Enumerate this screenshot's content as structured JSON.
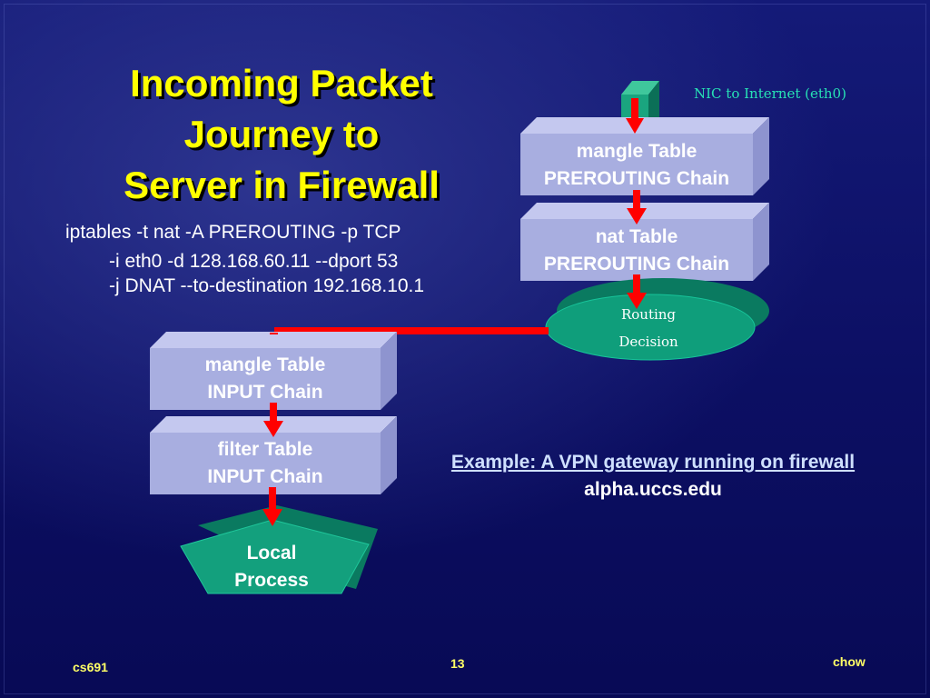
{
  "slide": {
    "title_lines": [
      "Incoming Packet",
      "Journey to",
      "Server in Firewall"
    ],
    "command_lines": [
      "iptables -t nat -A PREROUTING -p TCP",
      "-i eth0 -d 128.168.60.11 --dport 53",
      "-j DNAT --to-destination 192.168.10.1"
    ],
    "nic_label": "NIC to Internet (eth0)",
    "example": {
      "title": "Example: A VPN gateway running on  firewall",
      "host": "alpha.uccs.edu"
    },
    "footer": {
      "left": "cs691",
      "page": "13",
      "right": "chow"
    }
  },
  "diagram": {
    "boxes": [
      {
        "line1": "mangle Table",
        "line2": "PREROUTING Chain"
      },
      {
        "line1": "nat Table",
        "line2": "PREROUTING Chain"
      },
      {
        "line1": "mangle Table",
        "line2": "INPUT Chain"
      },
      {
        "line1": "filter Table",
        "line2": "INPUT Chain"
      }
    ],
    "routing_decision": {
      "line1": "Routing",
      "line2": "Decision"
    },
    "local_process": {
      "line1": "Local",
      "line2": "Process"
    }
  },
  "colors": {
    "title": "#ffff00",
    "box_face": "#a8aee0",
    "box_top": "#c4c8ef",
    "box_side": "#8e94cf",
    "routing_oval": "#0f9e7b",
    "arrows": "#ff0000",
    "nic_label": "#27e2b5"
  }
}
